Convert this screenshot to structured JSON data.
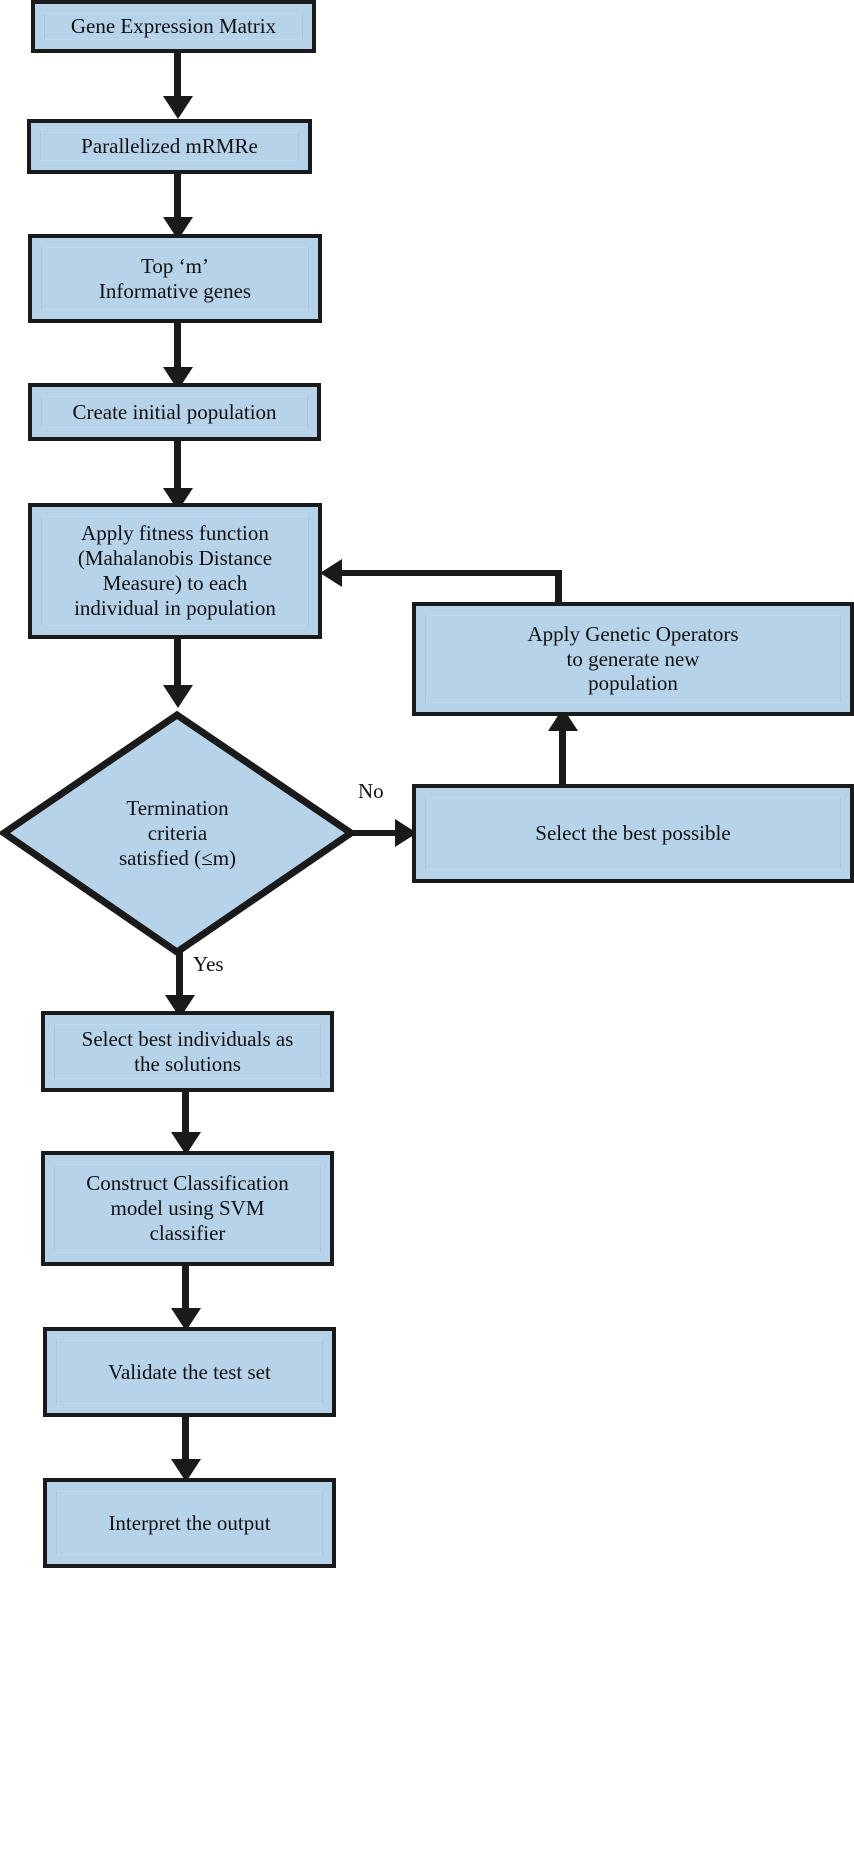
{
  "diagram": {
    "title": "Gene selection and classification workflow flowchart",
    "colors": {
      "node_fill": "#b6d3e9",
      "node_border": "#1a1a1a",
      "edge": "#1a1a1a",
      "background": "#ffffff",
      "text": "#111111"
    },
    "nodes": [
      {
        "id": "gene-expression-matrix",
        "shape": "process",
        "label": "Gene Expression Matrix"
      },
      {
        "id": "parallelized-mrmre",
        "shape": "process",
        "label": "Parallelized mRMRe"
      },
      {
        "id": "top-m-informative-genes",
        "shape": "process",
        "label": "Top ‘m’\nInformative genes"
      },
      {
        "id": "create-initial-population",
        "shape": "process",
        "label": "Create initial population"
      },
      {
        "id": "apply-fitness-function",
        "shape": "process",
        "label": "Apply fitness function\n(Mahalanobis Distance\nMeasure) to each\nindividual in population"
      },
      {
        "id": "termination-criteria",
        "shape": "decision",
        "label": "Termination\ncriteria\nsatisfied (≤m)"
      },
      {
        "id": "apply-genetic-operators",
        "shape": "process",
        "label": "Apply Genetic Operators\nto generate new\npopulation"
      },
      {
        "id": "select-best-possible",
        "shape": "process",
        "label": "Select the best possible"
      },
      {
        "id": "select-best-individuals",
        "shape": "process",
        "label": "Select best individuals as\nthe solutions"
      },
      {
        "id": "construct-classification-model",
        "shape": "process",
        "label": "Construct Classification\nmodel using SVM\nclassifier"
      },
      {
        "id": "validate-test-set",
        "shape": "process",
        "label": "Validate the test set"
      },
      {
        "id": "interpret-output",
        "shape": "process",
        "label": "Interpret the output"
      }
    ],
    "edge_labels": {
      "no": "No",
      "yes": "Yes"
    }
  }
}
